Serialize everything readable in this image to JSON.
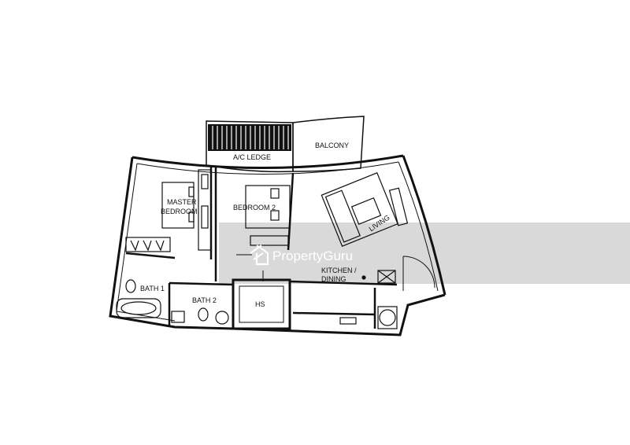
{
  "floor_plan": {
    "rooms": {
      "ac_ledge": "A/C LEDGE",
      "balcony": "BALCONY",
      "master_bedroom_line1": "MASTER",
      "master_bedroom_line2": "BEDROOM",
      "bedroom_2": "BEDROOM 2",
      "living": "LIVING",
      "kitchen_line1": "KITCHEN /",
      "kitchen_line2": "DINING",
      "bath_1": "BATH 1",
      "bath_2": "BATH 2",
      "hs": "HS"
    }
  },
  "watermark": {
    "text": "PropertyGuru",
    "band_color": "#d9d9d9",
    "text_color": "#ffffff"
  }
}
